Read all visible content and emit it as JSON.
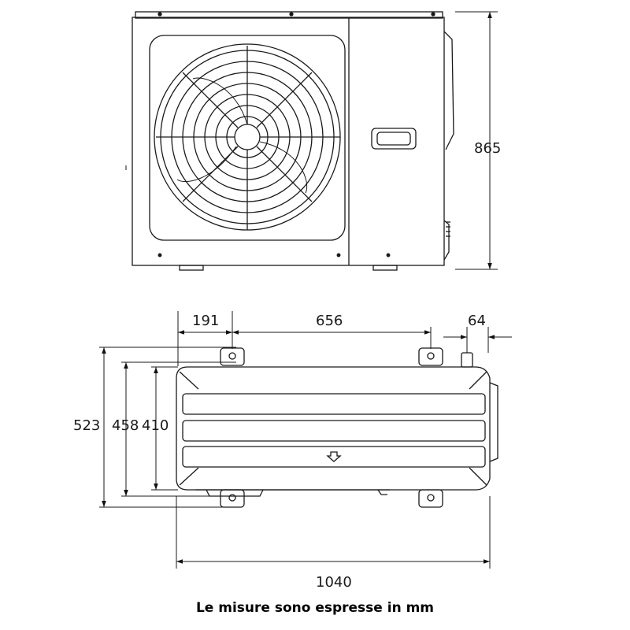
{
  "dimensions": {
    "height": "865",
    "offset_left": "191",
    "mount_spacing": "656",
    "pipe_offset": "64",
    "depth_total": "523",
    "depth_mount": "458",
    "depth_body": "410",
    "width": "1040"
  },
  "caption": "Le misure sono espresse in mm"
}
